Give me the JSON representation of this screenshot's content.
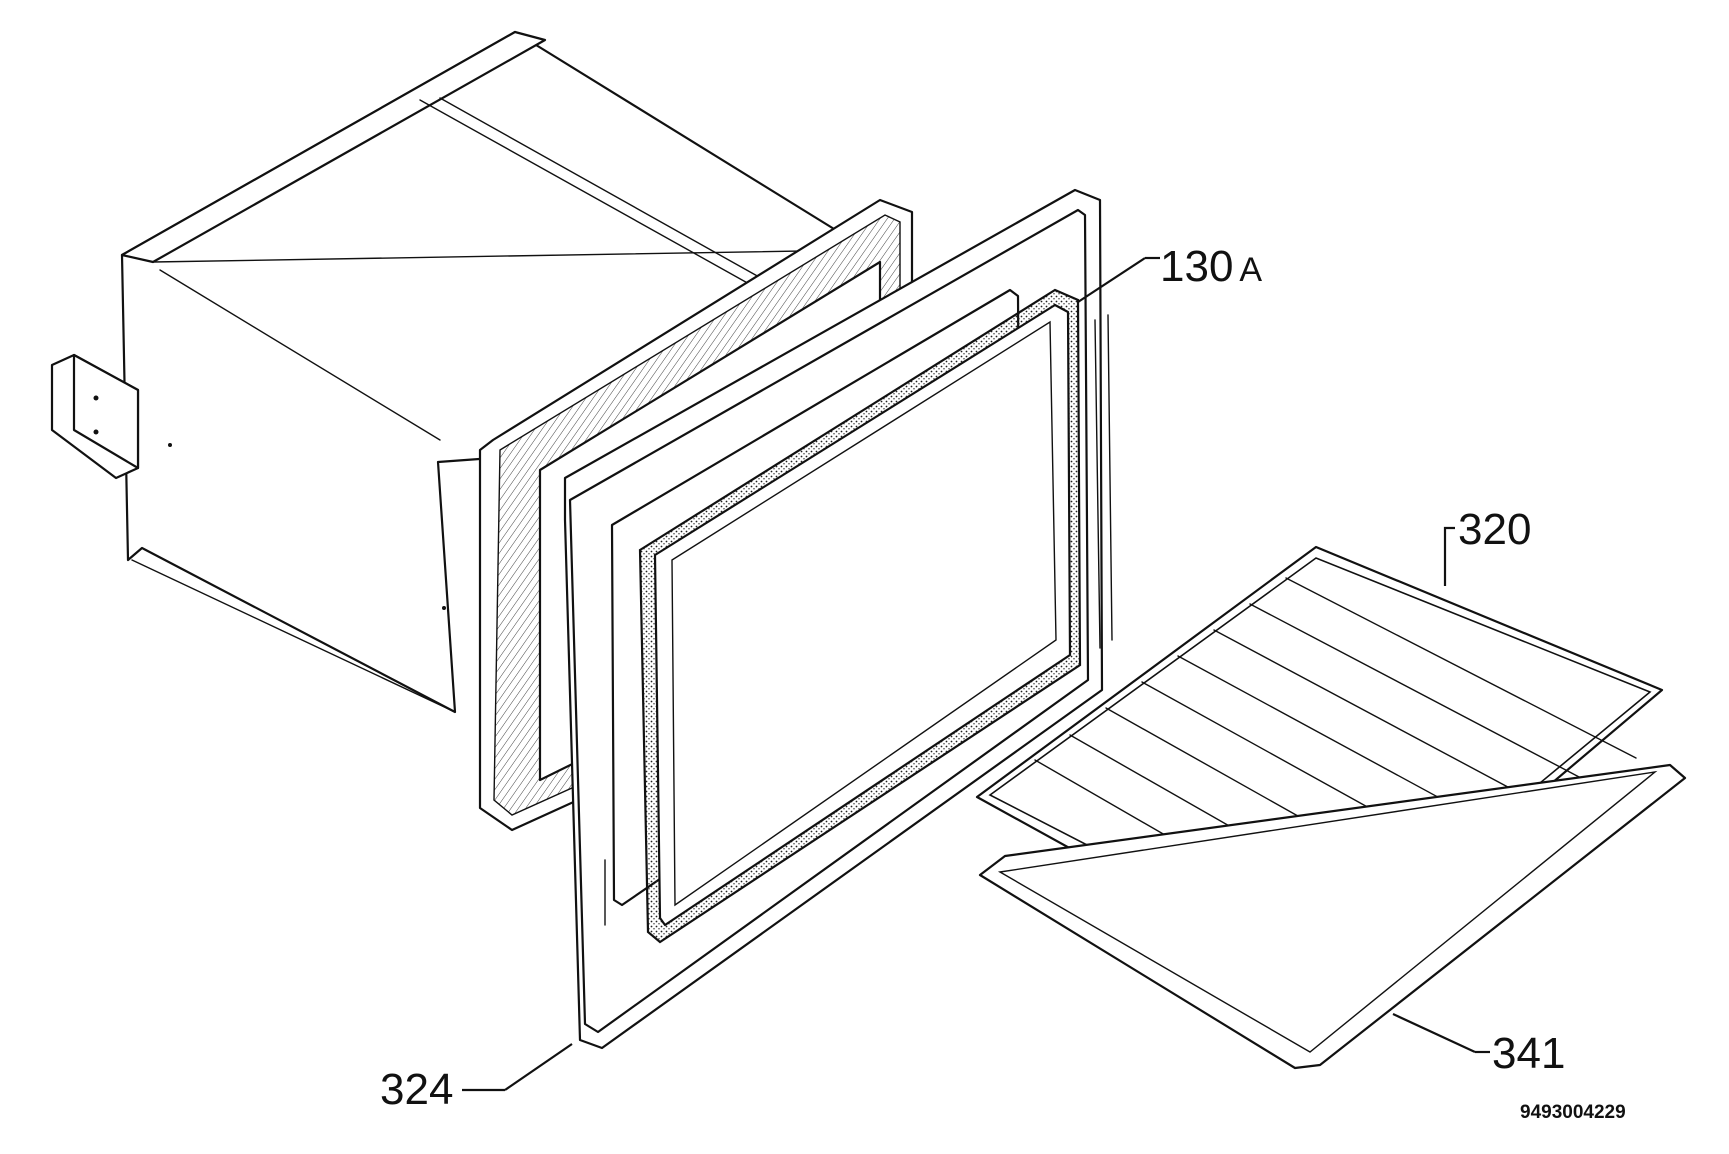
{
  "diagram": {
    "callouts": [
      {
        "id": "130A",
        "number": "130",
        "suffix": "A"
      },
      {
        "id": "320",
        "number": "320"
      },
      {
        "id": "324",
        "number": "324"
      },
      {
        "id": "341",
        "number": "341"
      }
    ],
    "document_number": "9493004229"
  }
}
